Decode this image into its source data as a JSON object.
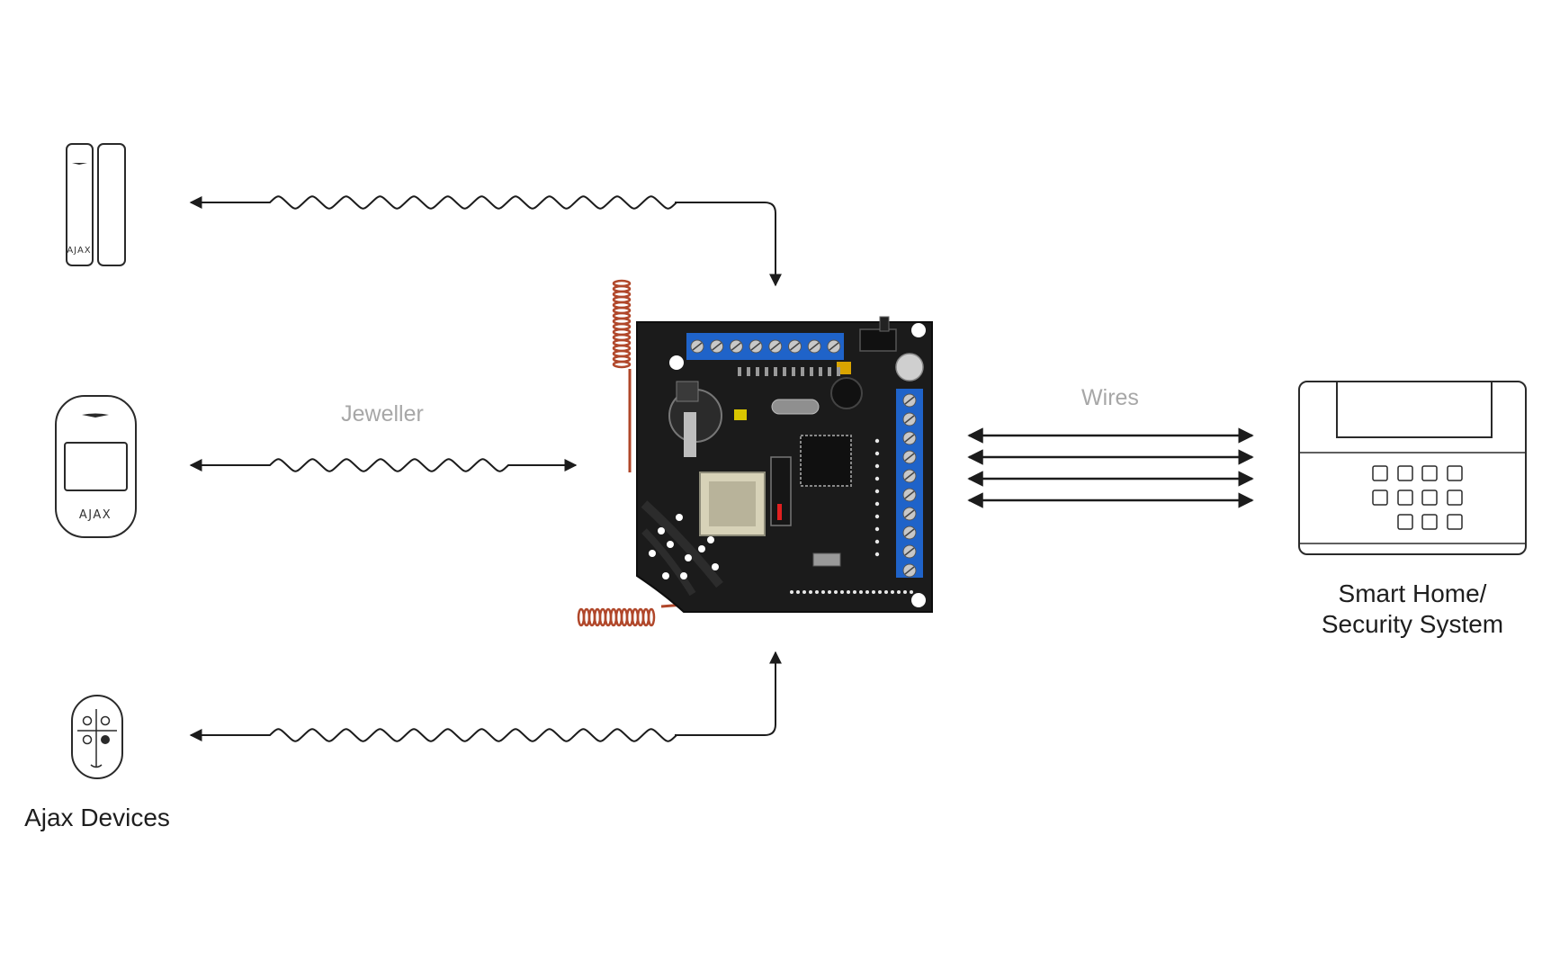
{
  "labels": {
    "jeweller": "Jeweller",
    "wires": "Wires",
    "ajax_devices": "Ajax Devices",
    "smart_home_line1": "Smart Home/",
    "smart_home_line2": "Security System"
  },
  "devices": {
    "door_sensor_brand": "AJAX",
    "motion_detector_brand": "AJAX"
  },
  "colors": {
    "line": "#1c1c1c",
    "board": "#1a1a1a",
    "terminal_blue": "#1f63c9",
    "antenna_copper": "#b0472a",
    "label_gray": "#a7a7a7"
  }
}
